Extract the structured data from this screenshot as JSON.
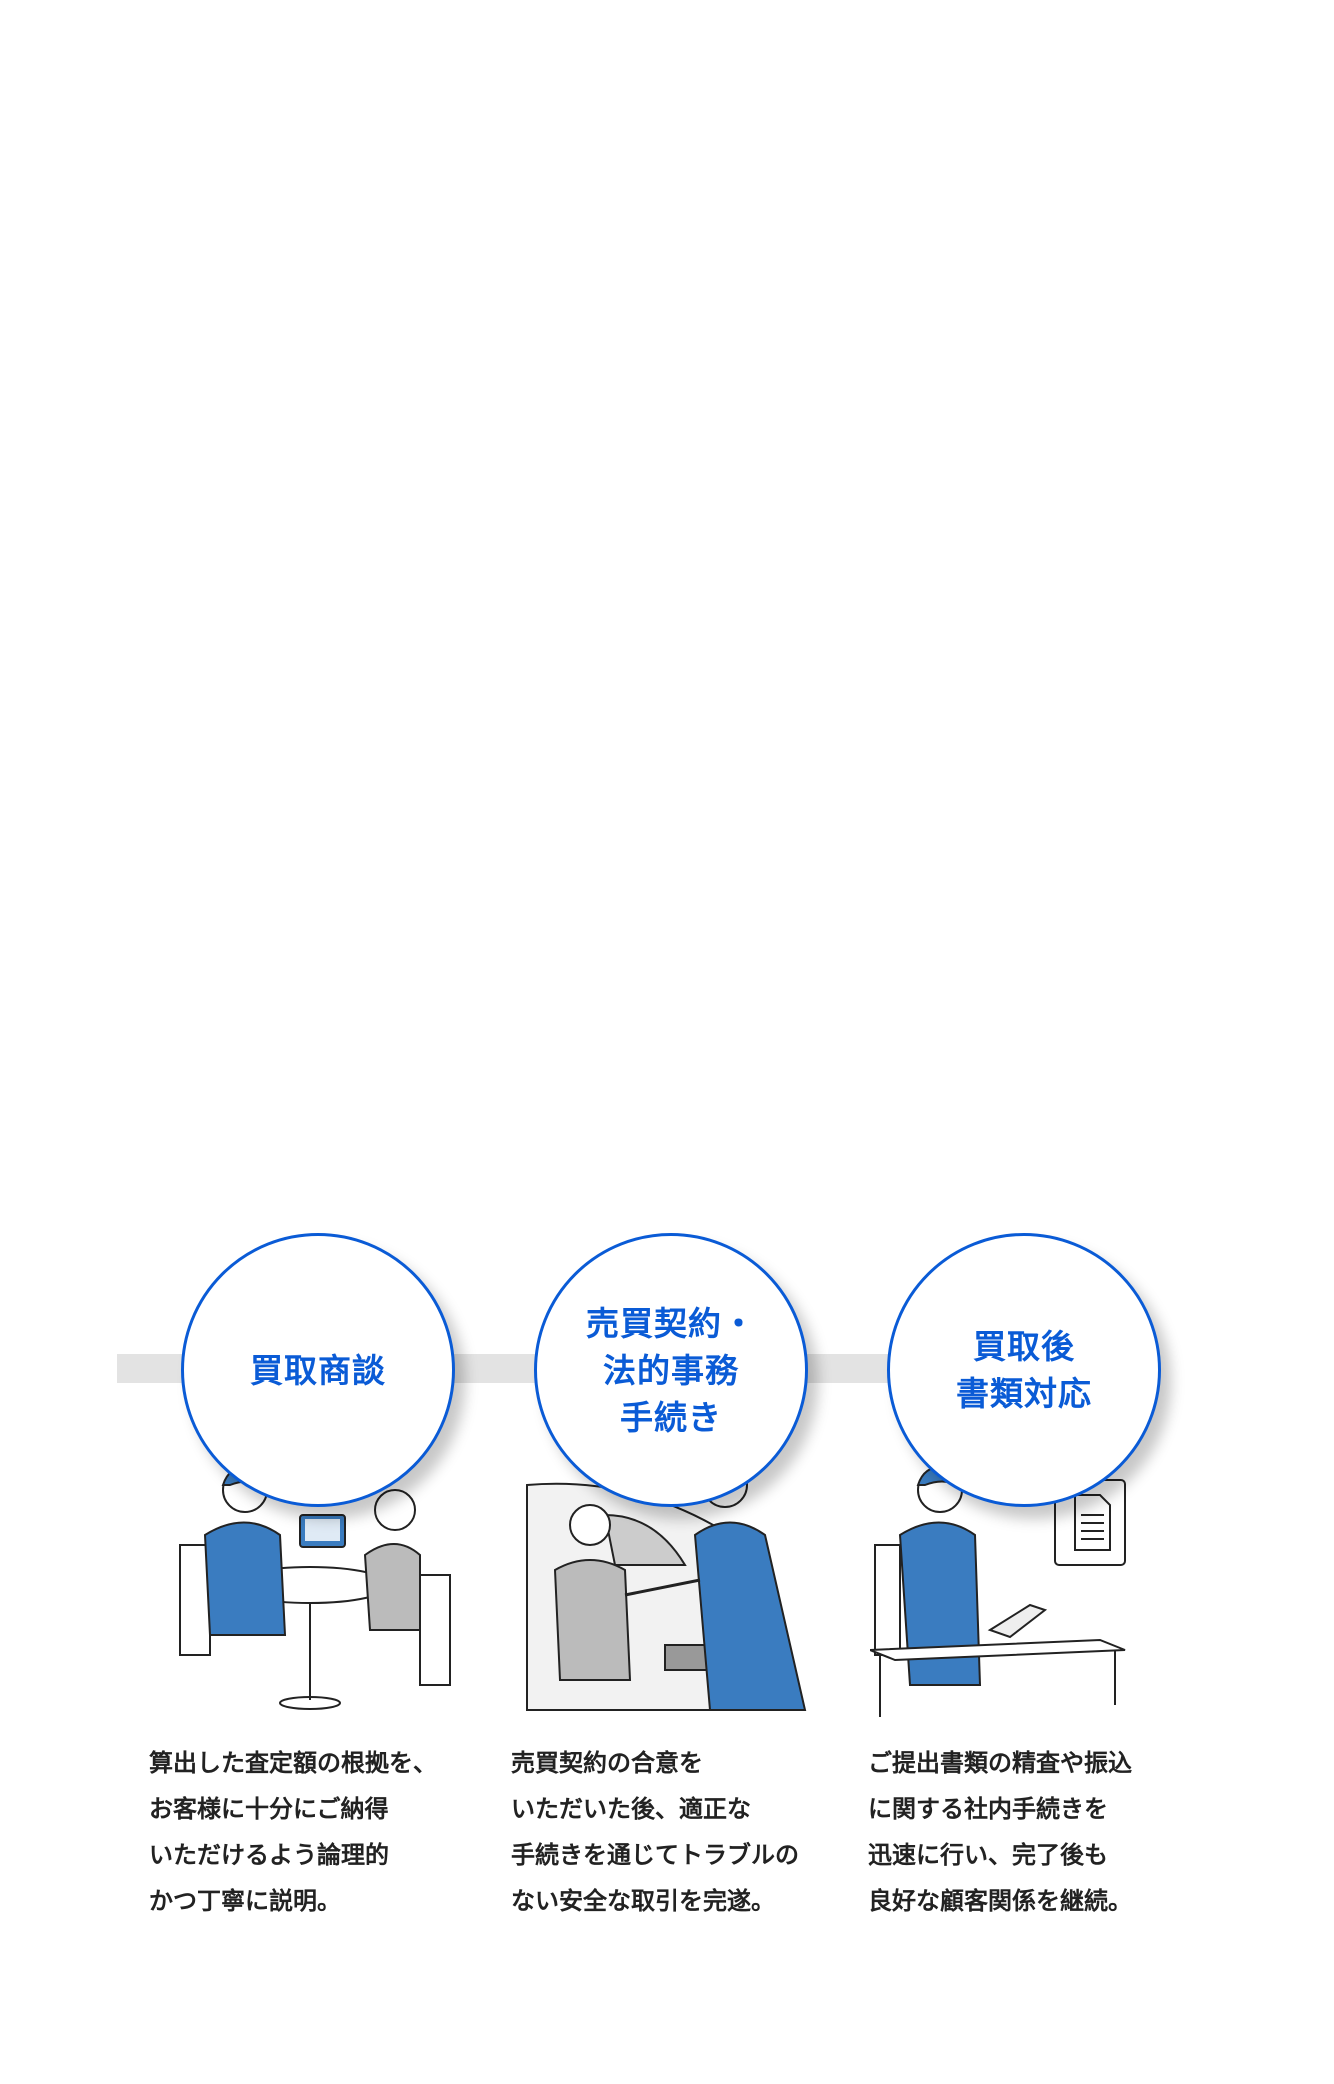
{
  "steps": [
    {
      "title": "買取商談",
      "description": "算出した査定額の根拠を、\nお客様に十分にご納得\nいただけるよう論理的\nかつ丁寧に説明。"
    },
    {
      "title": "売買契約・\n法的事務\n手続き",
      "description": "売買契約の合意を\nいただいた後、適正な\n手続きを通じてトラブルの\nない安全な取引を完遂。"
    },
    {
      "title": "買取後\n書類対応",
      "description": "ご提出書類の精査や振込\nに関する社内手続きを\n迅速に行い、完了後も\n良好な顧客関係を継続。"
    }
  ],
  "colors": {
    "accent": "#0a5bd6",
    "suit": "#3a7cc0",
    "connector": "#e3e3e3"
  }
}
